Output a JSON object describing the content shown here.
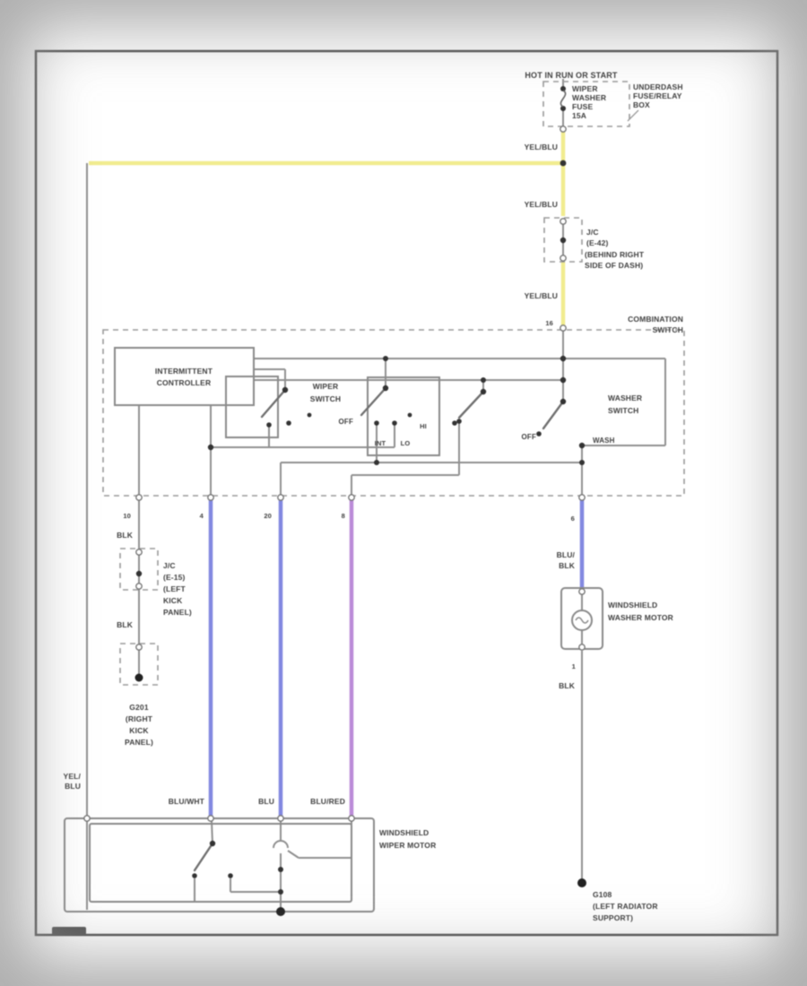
{
  "labels": {
    "hot": "HOT IN RUN OR START",
    "fuse": [
      "WIPER",
      "WASHER",
      "FUSE",
      "15A"
    ],
    "fusebox": [
      "UNDERDASH",
      "FUSE/RELAY",
      "BOX"
    ],
    "yel_blu": "YEL/BLU",
    "jc_e42": [
      "J/C",
      "(E-42)",
      "(BEHIND RIGHT",
      "SIDE OF DASH)"
    ],
    "pin16": "16",
    "combination_switch": [
      "COMBINATION",
      "SWITCH"
    ],
    "intermittent_controller": [
      "INTERMITTENT",
      "CONTROLLER"
    ],
    "wiper_switch": [
      "WIPER",
      "SWITCH"
    ],
    "washer_switch": [
      "WASHER",
      "SWITCH"
    ],
    "off": "OFF",
    "wash": "WASH",
    "positions": [
      "INT",
      "LO",
      "HI"
    ],
    "pins": [
      "10",
      "4",
      "20",
      "8",
      "6",
      "1"
    ],
    "blk": "BLK",
    "jc_e15": [
      "J/C",
      "(E-15)",
      "(LEFT",
      "KICK",
      "PANEL)"
    ],
    "g201": [
      "G201",
      "(RIGHT",
      "KICK",
      "PANEL)"
    ],
    "yel_blu_2l": [
      "YEL/",
      "BLU"
    ],
    "blu_wht": "BLU/WHT",
    "blu": "BLU",
    "blu_red": "BLU/RED",
    "blu_blk_2l": [
      "BLU/",
      "BLK"
    ],
    "windshield_wiper_motor": [
      "WINDSHIELD",
      "WIPER MOTOR"
    ],
    "windshield_washer_motor": [
      "WINDSHIELD",
      "WASHER MOTOR"
    ],
    "g108": [
      "G108",
      "(LEFT RADIATOR",
      "SUPPORT)"
    ]
  },
  "colors": {
    "power_yellow": "#f1ec8f",
    "wire_blue": "#8288e0",
    "wire_purple": "#bb8cd8",
    "line_gray": "#909090"
  }
}
